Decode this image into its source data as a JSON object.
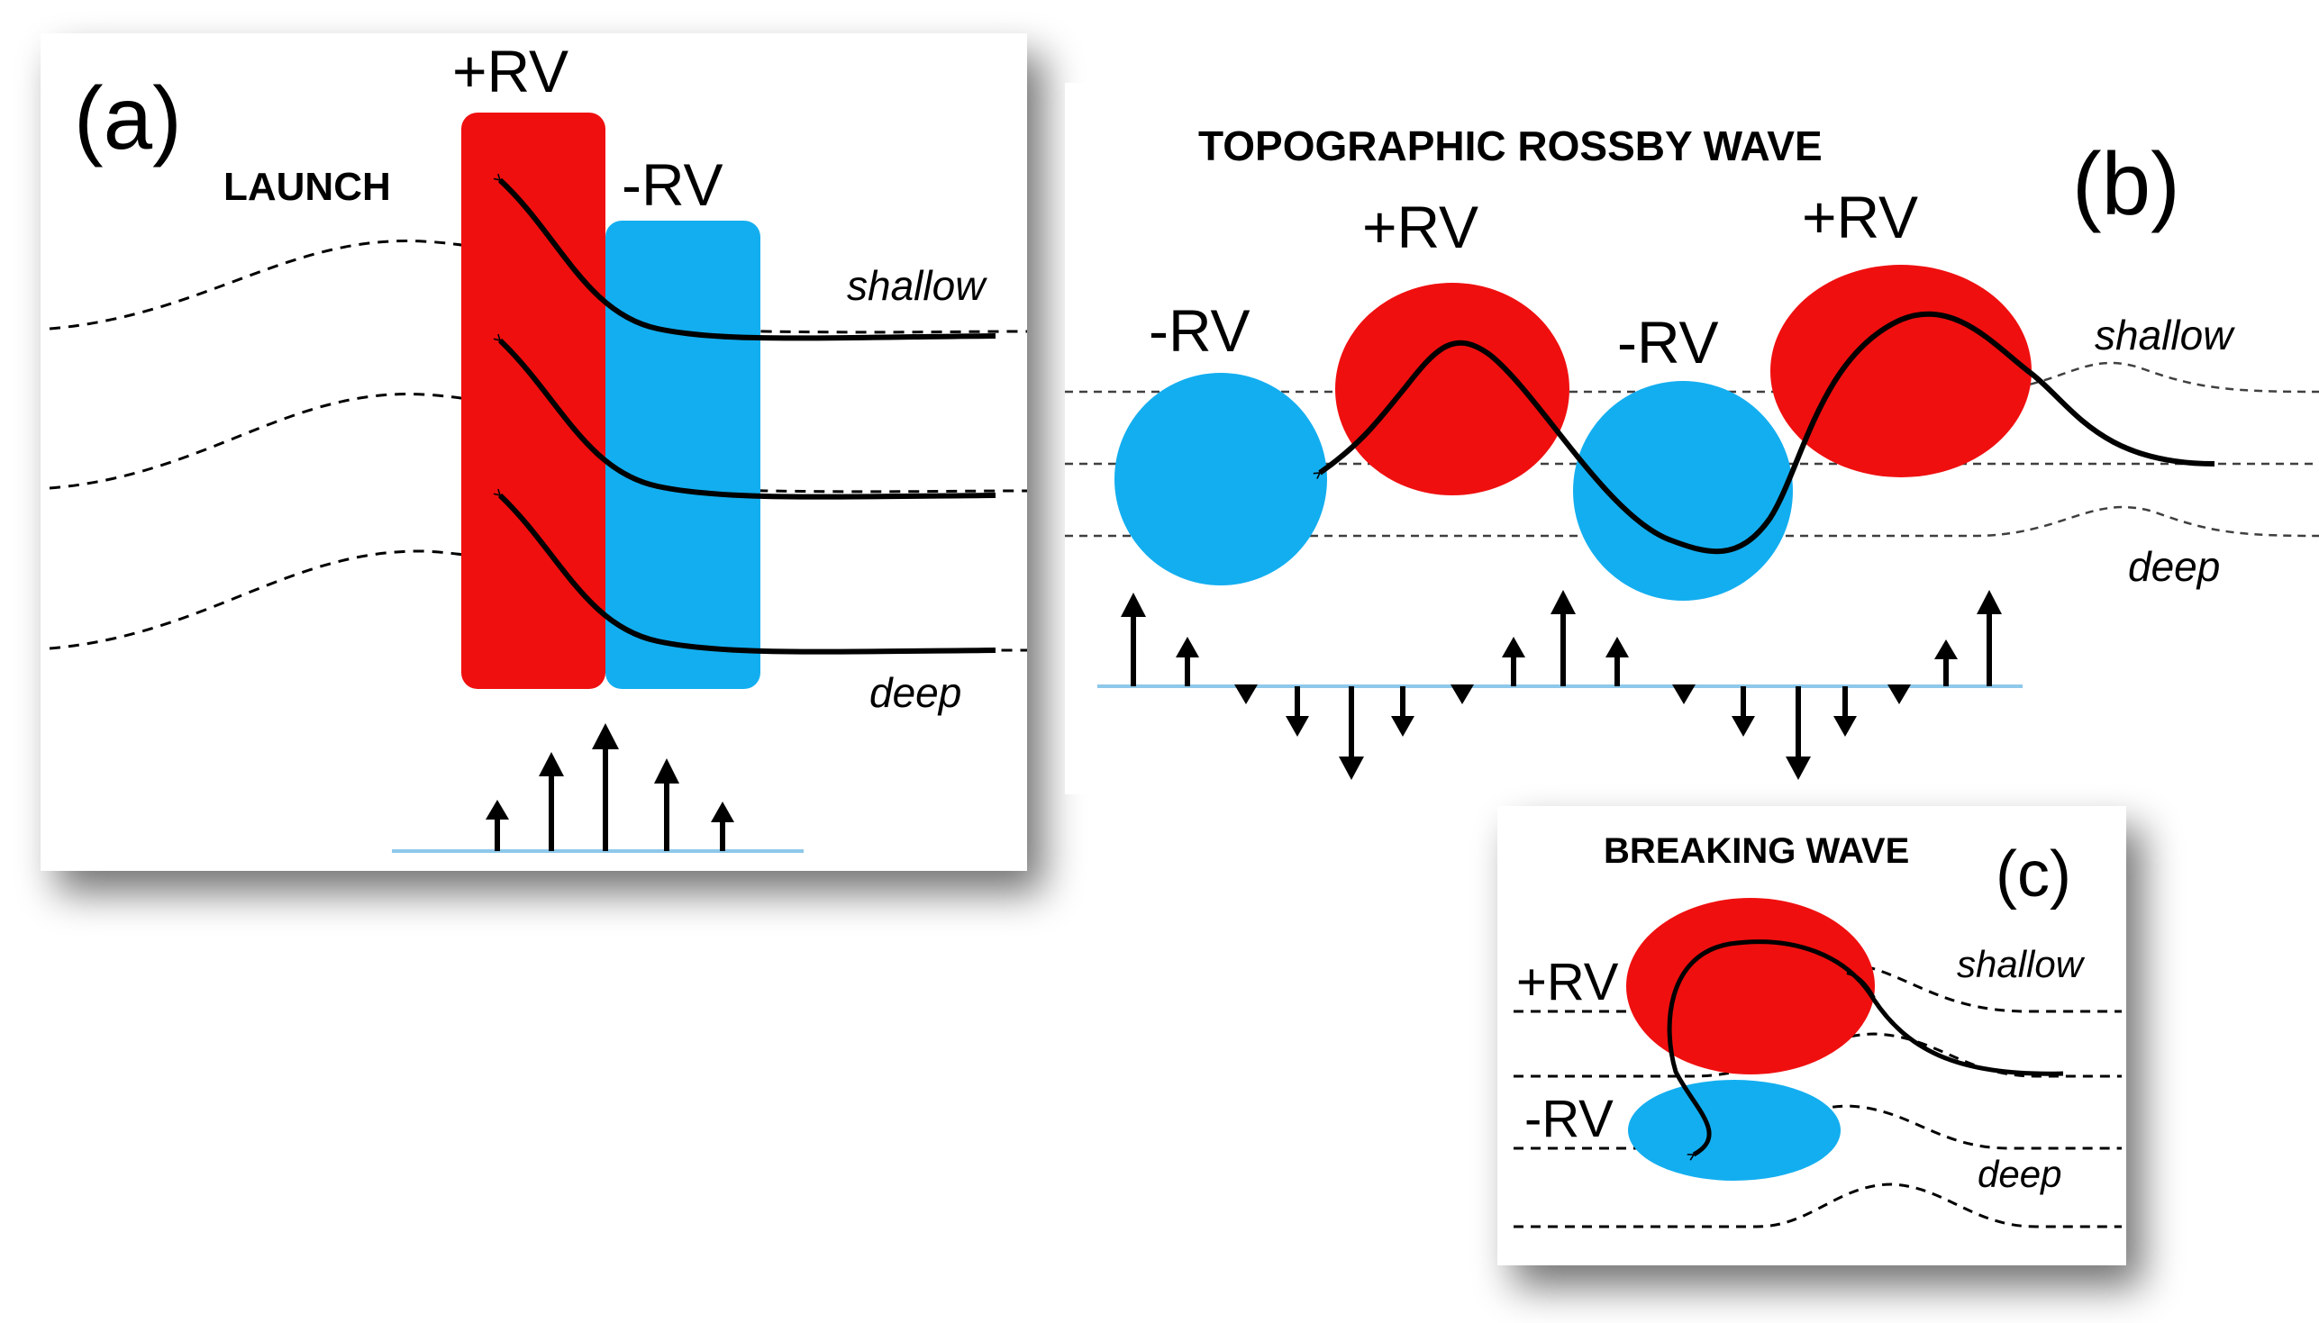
{
  "panels": {
    "a": {
      "label": "(a)",
      "title": "LAUNCH",
      "vortex_pos": "+RV",
      "vortex_neg": "-RV",
      "shallow": "shallow",
      "deep": "deep"
    },
    "b": {
      "label": "(b)",
      "title": "TOPOGRAPHIC ROSSBY WAVE",
      "rv_labels": [
        "-RV",
        "+RV",
        "-RV",
        "+RV"
      ],
      "shallow": "shallow",
      "deep": "deep"
    },
    "c": {
      "label": "(c)",
      "title": "BREAKING WAVE",
      "vortex_pos": "+RV",
      "vortex_neg": "-RV",
      "shallow": "shallow",
      "deep": "deep"
    }
  },
  "colors": {
    "positive_vorticity": "#f00f0f",
    "negative_vorticity": "#13aef0",
    "baseline": "#8ec8ea",
    "ink": "#000000"
  },
  "icons": [
    "arrow-up-icon",
    "arrow-down-icon",
    "arrowhead-icon"
  ]
}
